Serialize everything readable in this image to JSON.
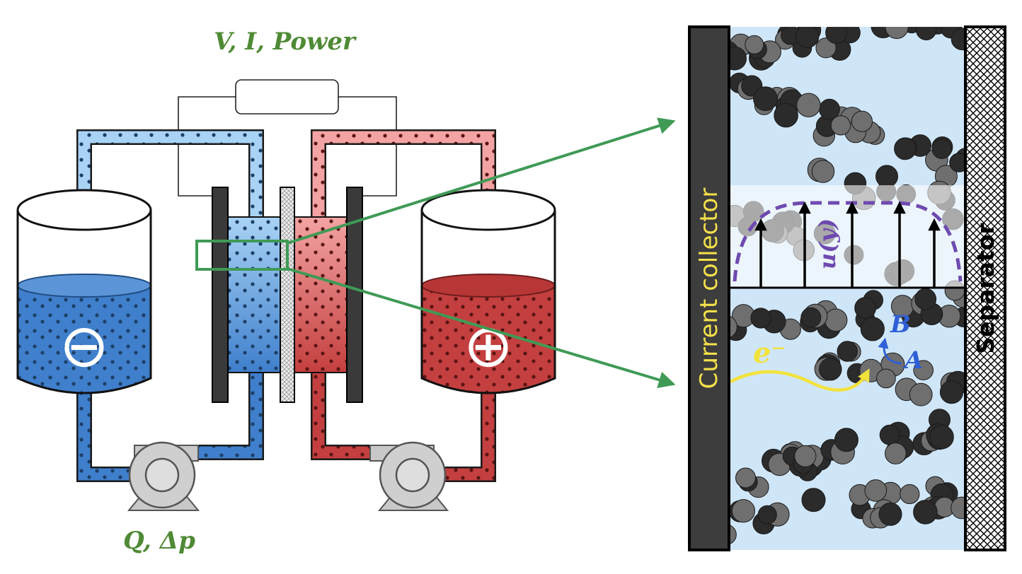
{
  "labels": {
    "top": "V, I, Power",
    "bottom": "Q, Δp",
    "current_collector": "Current collector",
    "separator": "Separator",
    "velocity": "u(y)",
    "electron": "e⁻",
    "species_a": "A",
    "species_b": "B"
  },
  "symbols": {
    "negative_tank": "⊖",
    "positive_tank": "⊕"
  },
  "colors": {
    "negolyte_light": "#a9d3f5",
    "negolyte_dark": "#3f7fcc",
    "posolyte_light": "#f3a3a3",
    "posolyte_dark": "#c43f3f",
    "zoom_arrow": "#3f9a55",
    "label_green": "#4f8a35",
    "electrolyte_bg": "#cfe6f8"
  }
}
